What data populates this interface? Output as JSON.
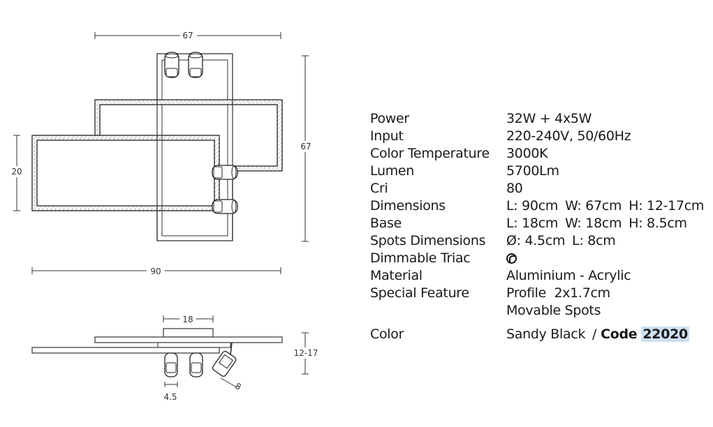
{
  "drawing": {
    "top_width": "67",
    "top_height": "67",
    "left_height": "20",
    "total_width": "90",
    "base_width": "18",
    "side_height": "12-17",
    "spot_diameter": "4.5",
    "spot_length": "8"
  },
  "specs": [
    {
      "label": "Power",
      "value": "32W + 4x5W"
    },
    {
      "label": "Input",
      "value": "220-240V, 50/60Hz"
    },
    {
      "label": "Color Temperature",
      "value": "3000K"
    },
    {
      "label": "Lumen",
      "value": "5700Lm"
    },
    {
      "label": "Cri",
      "value": "80"
    }
  ],
  "dimensions": {
    "label": "Dimensions",
    "l": "L: 90cm",
    "w": "W: 67cm",
    "h": "H: 12-17cm"
  },
  "base": {
    "label": "Base",
    "l": "L: 18cm",
    "w": "W: 18cm",
    "h": "H: 8.5cm"
  },
  "spots": {
    "label": "Spots Dimensions",
    "d": "Ø: 4.5cm",
    "l": "L: 8cm"
  },
  "dimmable": {
    "label": "Dimmable Triac",
    "icon": "dimmer-icon"
  },
  "material": {
    "label": "Material",
    "value": "Aluminium - Acrylic"
  },
  "special": {
    "label": "Special Feature",
    "value1": "Profile  2x1.7cm",
    "value2": "Movable Spots"
  },
  "color": {
    "label": "Color",
    "value": "Sandy Black",
    "separator": "/",
    "code_label": "Code",
    "code": "22020"
  }
}
